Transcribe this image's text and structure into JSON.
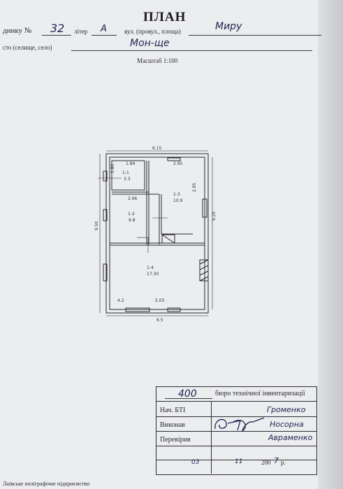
{
  "header": {
    "title": "ПЛАН",
    "plot_label": "динку №",
    "plot_number": "32",
    "letter_label": "літер",
    "letter_value": "А",
    "street_label": "вул. (провул., площа)",
    "street_value": "Миру",
    "city_label": "сто (селище, село)",
    "city_value": "Мон-ще",
    "scale": "Масштаб 1:100"
  },
  "plan": {
    "overall_width": "6.15",
    "overall_depth": "9.50",
    "right_depth": "9.20",
    "bottom_width": "6.5",
    "rooms": [
      {
        "id": "1-1",
        "area": "3.3",
        "dim": "1.84"
      },
      {
        "id": "1-2",
        "area": "9.8",
        "dim": "2.66"
      },
      {
        "id": "1-3",
        "area": "10.9",
        "dim": "2.95"
      },
      {
        "id": "1-4",
        "area": "17.30",
        "dim": "5.03"
      }
    ],
    "side_dims": [
      "1.80",
      "2.95",
      "4.2"
    ]
  },
  "stamp": {
    "number": "400",
    "bureau": "бюро технічної інвентаризації",
    "head_label": "Нач. БТІ",
    "head_name": "Громенко",
    "executor_label": "Виконав",
    "executor_name": "Носорна",
    "checker_label": "Перевірив",
    "checker_name": "Авраменко",
    "day": "03",
    "month": "11",
    "year_prefix": "200",
    "year_digit": "7",
    "year_suffix": "р."
  },
  "footer": {
    "printer": "Лаівське поліграфічне підприємство"
  }
}
